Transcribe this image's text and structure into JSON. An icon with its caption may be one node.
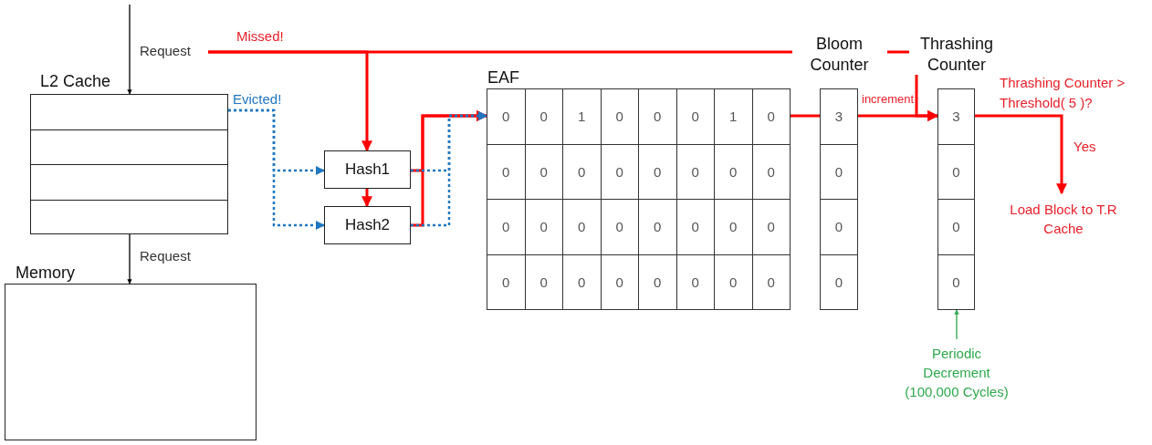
{
  "diagram": {
    "nodes": [
      {
        "text": [
          "L2 Cache"
        ]
      },
      {
        "text": [
          "Memory"
        ]
      },
      {
        "text": [
          "Hash1"
        ]
      },
      {
        "text": [
          "Hash2"
        ]
      },
      {
        "text": [
          "EAF"
        ]
      },
      {
        "text": [
          "0"
        ],
        "in": 4
      },
      {
        "text": [
          "0"
        ],
        "in": 4
      },
      {
        "text": [
          "1"
        ],
        "in": 4
      },
      {
        "text": [
          "0"
        ],
        "in": 4
      },
      {
        "text": [
          "0"
        ],
        "in": 4
      },
      {
        "text": [
          "0"
        ],
        "in": 4
      },
      {
        "text": [
          "1"
        ],
        "in": 4
      },
      {
        "text": [
          "0"
        ],
        "in": 4
      },
      {
        "text": [
          "0"
        ],
        "in": 4
      },
      {
        "text": [
          "0"
        ],
        "in": 4
      },
      {
        "text": [
          "0"
        ],
        "in": 4
      },
      {
        "text": [
          "0"
        ],
        "in": 4
      },
      {
        "text": [
          "0"
        ],
        "in": 4
      },
      {
        "text": [
          "0"
        ],
        "in": 4
      },
      {
        "text": [
          "0"
        ],
        "in": 4
      },
      {
        "text": [
          "0"
        ],
        "in": 4
      },
      {
        "text": [
          "0"
        ],
        "in": 4
      },
      {
        "text": [
          "0"
        ],
        "in": 4
      },
      {
        "text": [
          "0"
        ],
        "in": 4
      },
      {
        "text": [
          "0"
        ],
        "in": 4
      },
      {
        "text": [
          "0"
        ],
        "in": 4
      },
      {
        "text": [
          "0"
        ],
        "in": 4
      },
      {
        "text": [
          "0"
        ],
        "in": 4
      },
      {
        "text": [
          "0"
        ],
        "in": 4
      },
      {
        "text": [
          "0"
        ],
        "in": 4
      },
      {
        "text": [
          "0"
        ],
        "in": 4
      },
      {
        "text": [
          "0"
        ],
        "in": 4
      },
      {
        "text": [
          "0"
        ],
        "in": 4
      },
      {
        "text": [
          "0"
        ],
        "in": 4
      },
      {
        "text": [
          "0"
        ],
        "in": 4
      },
      {
        "text": [
          "0"
        ],
        "in": 4
      },
      {
        "text": [
          "0"
        ],
        "in": 4
      },
      {
        "text": [
          "Bloom Counter"
        ]
      },
      {
        "text": [
          "3"
        ],
        "in": 37
      },
      {
        "text": [
          "0"
        ],
        "in": 37
      },
      {
        "text": [
          "0"
        ],
        "in": 37
      },
      {
        "text": [
          "0"
        ],
        "in": 37
      },
      {
        "text": [
          "Thrashing Counter"
        ]
      },
      {
        "text": [
          "3"
        ],
        "in": 42
      },
      {
        "text": [
          "0"
        ],
        "in": 42
      },
      {
        "text": [
          "0"
        ],
        "in": 42
      },
      {
        "text": [
          "0"
        ],
        "in": 42
      },
      {
        "text": [
          "Load Block to T.R Cache"
        ]
      },
      {
        "text": [
          "Periodic Decrement (100,000 Cycles)"
        ]
      }
    ],
    "edges": [
      {
        "from": null,
        "to": 0,
        "arrow": "to",
        "label": "Request",
        "color": "#000000"
      },
      {
        "from": 0,
        "to": 1,
        "arrow": "to",
        "label": "Request",
        "color": "#000000"
      },
      {
        "from": null,
        "to": 2,
        "arrow": "to",
        "label": "Missed!"
      },
      {
        "from": null,
        "to": 43,
        "arrow": "to"
      },
      {
        "from": 0,
        "to": 2,
        "arrow": "to",
        "label": "Evicted!",
        "style": "dashed",
        "color": "#1f77c0"
      },
      {
        "from": 0,
        "to": 3,
        "arrow": "to",
        "style": "dashed",
        "color": "#1f77c0"
      },
      {
        "from": 2,
        "to": 3,
        "arrow": "to"
      },
      {
        "from": 2,
        "to": 5,
        "arrow": "to"
      },
      {
        "from": 3,
        "to": 5,
        "arrow": "to"
      },
      {
        "from": 2,
        "to": 5,
        "arrow": "to",
        "style": "dashed",
        "color": "#1f77c0"
      },
      {
        "from": 3,
        "to": 5,
        "arrow": "to",
        "style": "dashed",
        "color": "#1f77c0"
      },
      {
        "from": 12,
        "to": 38,
        "arrow": "none"
      },
      {
        "from": 38,
        "to": 43,
        "arrow": "to",
        "label": "increment"
      },
      {
        "from": 43,
        "to": 47,
        "arrow": "to",
        "label": "Yes"
      },
      {
        "from": 48,
        "to": 46,
        "arrow": "to",
        "color": "#2ea84a"
      }
    ],
    "labels": [
      "Thrashing Counter > Threshold( 5 )?"
    ]
  }
}
